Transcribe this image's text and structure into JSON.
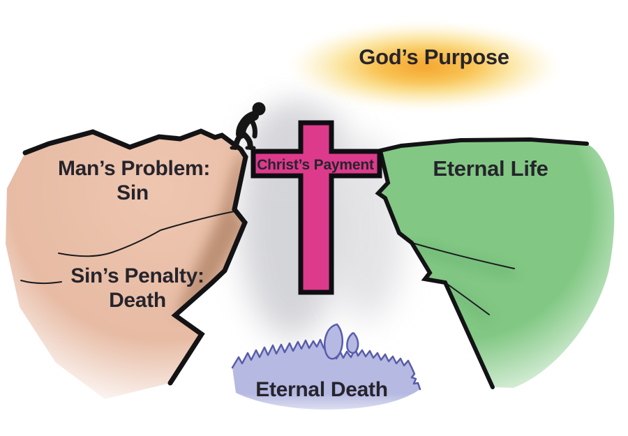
{
  "labels": {
    "gods_purpose": "God’s Purpose",
    "mans_problem_line1": "Man’s Problem:",
    "mans_problem_line2": "Sin",
    "sins_penalty_line1": "Sin’s Penalty:",
    "sins_penalty_line2": "Death",
    "christs_payment": "Christ’s Payment",
    "eternal_life": "Eternal Life",
    "eternal_death": "Eternal Death"
  },
  "colors": {
    "left_cliff": "#e7bba4",
    "right_cliff": "#82c884",
    "cross_pink": "#dd3a8c",
    "pit_fill": "#b6b9e1",
    "pit_outline": "#585cab",
    "glow_core": "#f5a42e",
    "text": "#26242c",
    "outline_black": "#131316"
  }
}
